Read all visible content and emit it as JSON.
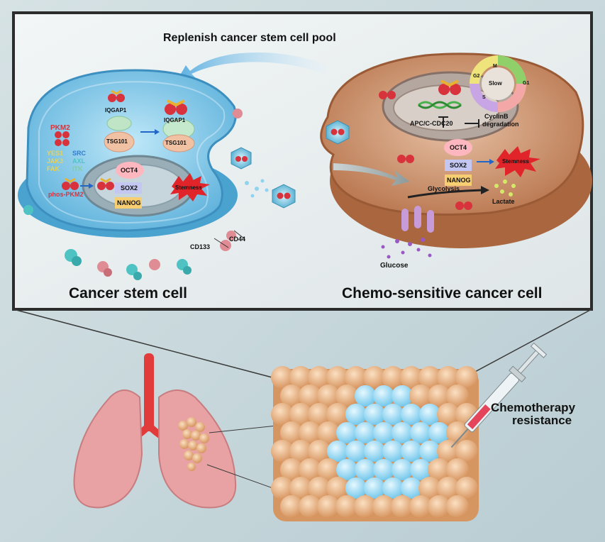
{
  "top_arrow_label": "Replenish cancer stem cell pool",
  "left_cell": {
    "title": "Cancer stem cell",
    "pkm2": "PKM2",
    "kinases": [
      "YES1",
      "SRC",
      "JAK3",
      "AXL",
      "FAK",
      "ITK"
    ],
    "phos_pkm2": "phos-PKM2",
    "iqgap1_small": "IQGAP1",
    "tsg101_small": "TSG101",
    "iqgap1_large": "IQGAP1",
    "tsg101_large": "TSG101",
    "oct4": "OCT4",
    "sox2": "SOX2",
    "nanog": "NANOG",
    "stemness": "Stemness",
    "cd44": "CD44",
    "cd133": "CD133"
  },
  "right_cell": {
    "title": "Chemo-sensitive cancer cell",
    "cycle": {
      "m": "M",
      "g1": "G1",
      "g2": "G2",
      "s": "S",
      "center": "Slow"
    },
    "apc": "APC/C-CDC20",
    "cyclinb_1": "CyclinB",
    "cyclinb_2": "degradation",
    "oct4": "OCT4",
    "sox2": "SOX2",
    "nanog": "NANOG",
    "stemness": "Stemness",
    "glycolysis": "Glycolysis",
    "lactate": "Lactate",
    "glucose": "Glucose"
  },
  "chemo_label_1": "Chemotherapy",
  "chemo_label_2": "resistance",
  "colors": {
    "stem_cell": "#7fc6e8",
    "sensitive_cell": "#c98a66",
    "stemness_burst": "#e0242a",
    "tumor": "#e9b27f",
    "lung": "#e8a2a4"
  }
}
